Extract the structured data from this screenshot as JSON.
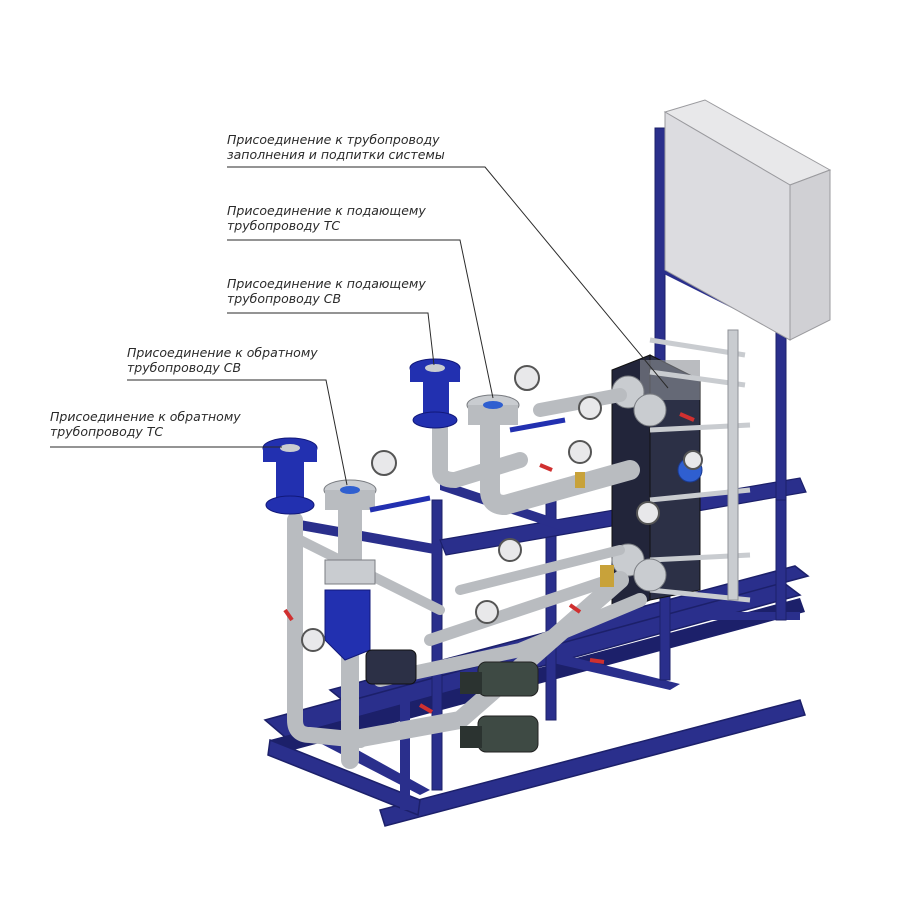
{
  "callouts": [
    {
      "line1": "Присоединение к трубопроводу",
      "line2": "заполнения и подпитки системы"
    },
    {
      "line1": "Присоединение к подающему",
      "line2": "трубопроводу ТС"
    },
    {
      "line1": "Присоединение к подающему",
      "line2": "трубопроводу СВ"
    },
    {
      "line1": "Присоединение к обратному",
      "line2": "трубопроводу СВ"
    },
    {
      "line1": "Присоединение к обратному",
      "line2": "трубопроводу ТС"
    }
  ],
  "colors": {
    "frame": "#2a2f8c",
    "frame_dark": "#1c206a",
    "pipe": "#b9bcc0",
    "pipe_dark": "#8f9297",
    "flange": "#c9ccd0",
    "blue_flange": "#2230b0",
    "heat_exchanger": "#22253a",
    "cabinet": "#d9d9dc",
    "pump": "#3e4a44",
    "valve_handle": "#d03030",
    "brass": "#c8a23a",
    "leader_line": "#2a2a2a"
  },
  "icons": [
    "pressure-gauge-icon",
    "ball-valve-icon",
    "pump-icon",
    "heat-exchanger-icon",
    "control-cabinet-icon"
  ]
}
